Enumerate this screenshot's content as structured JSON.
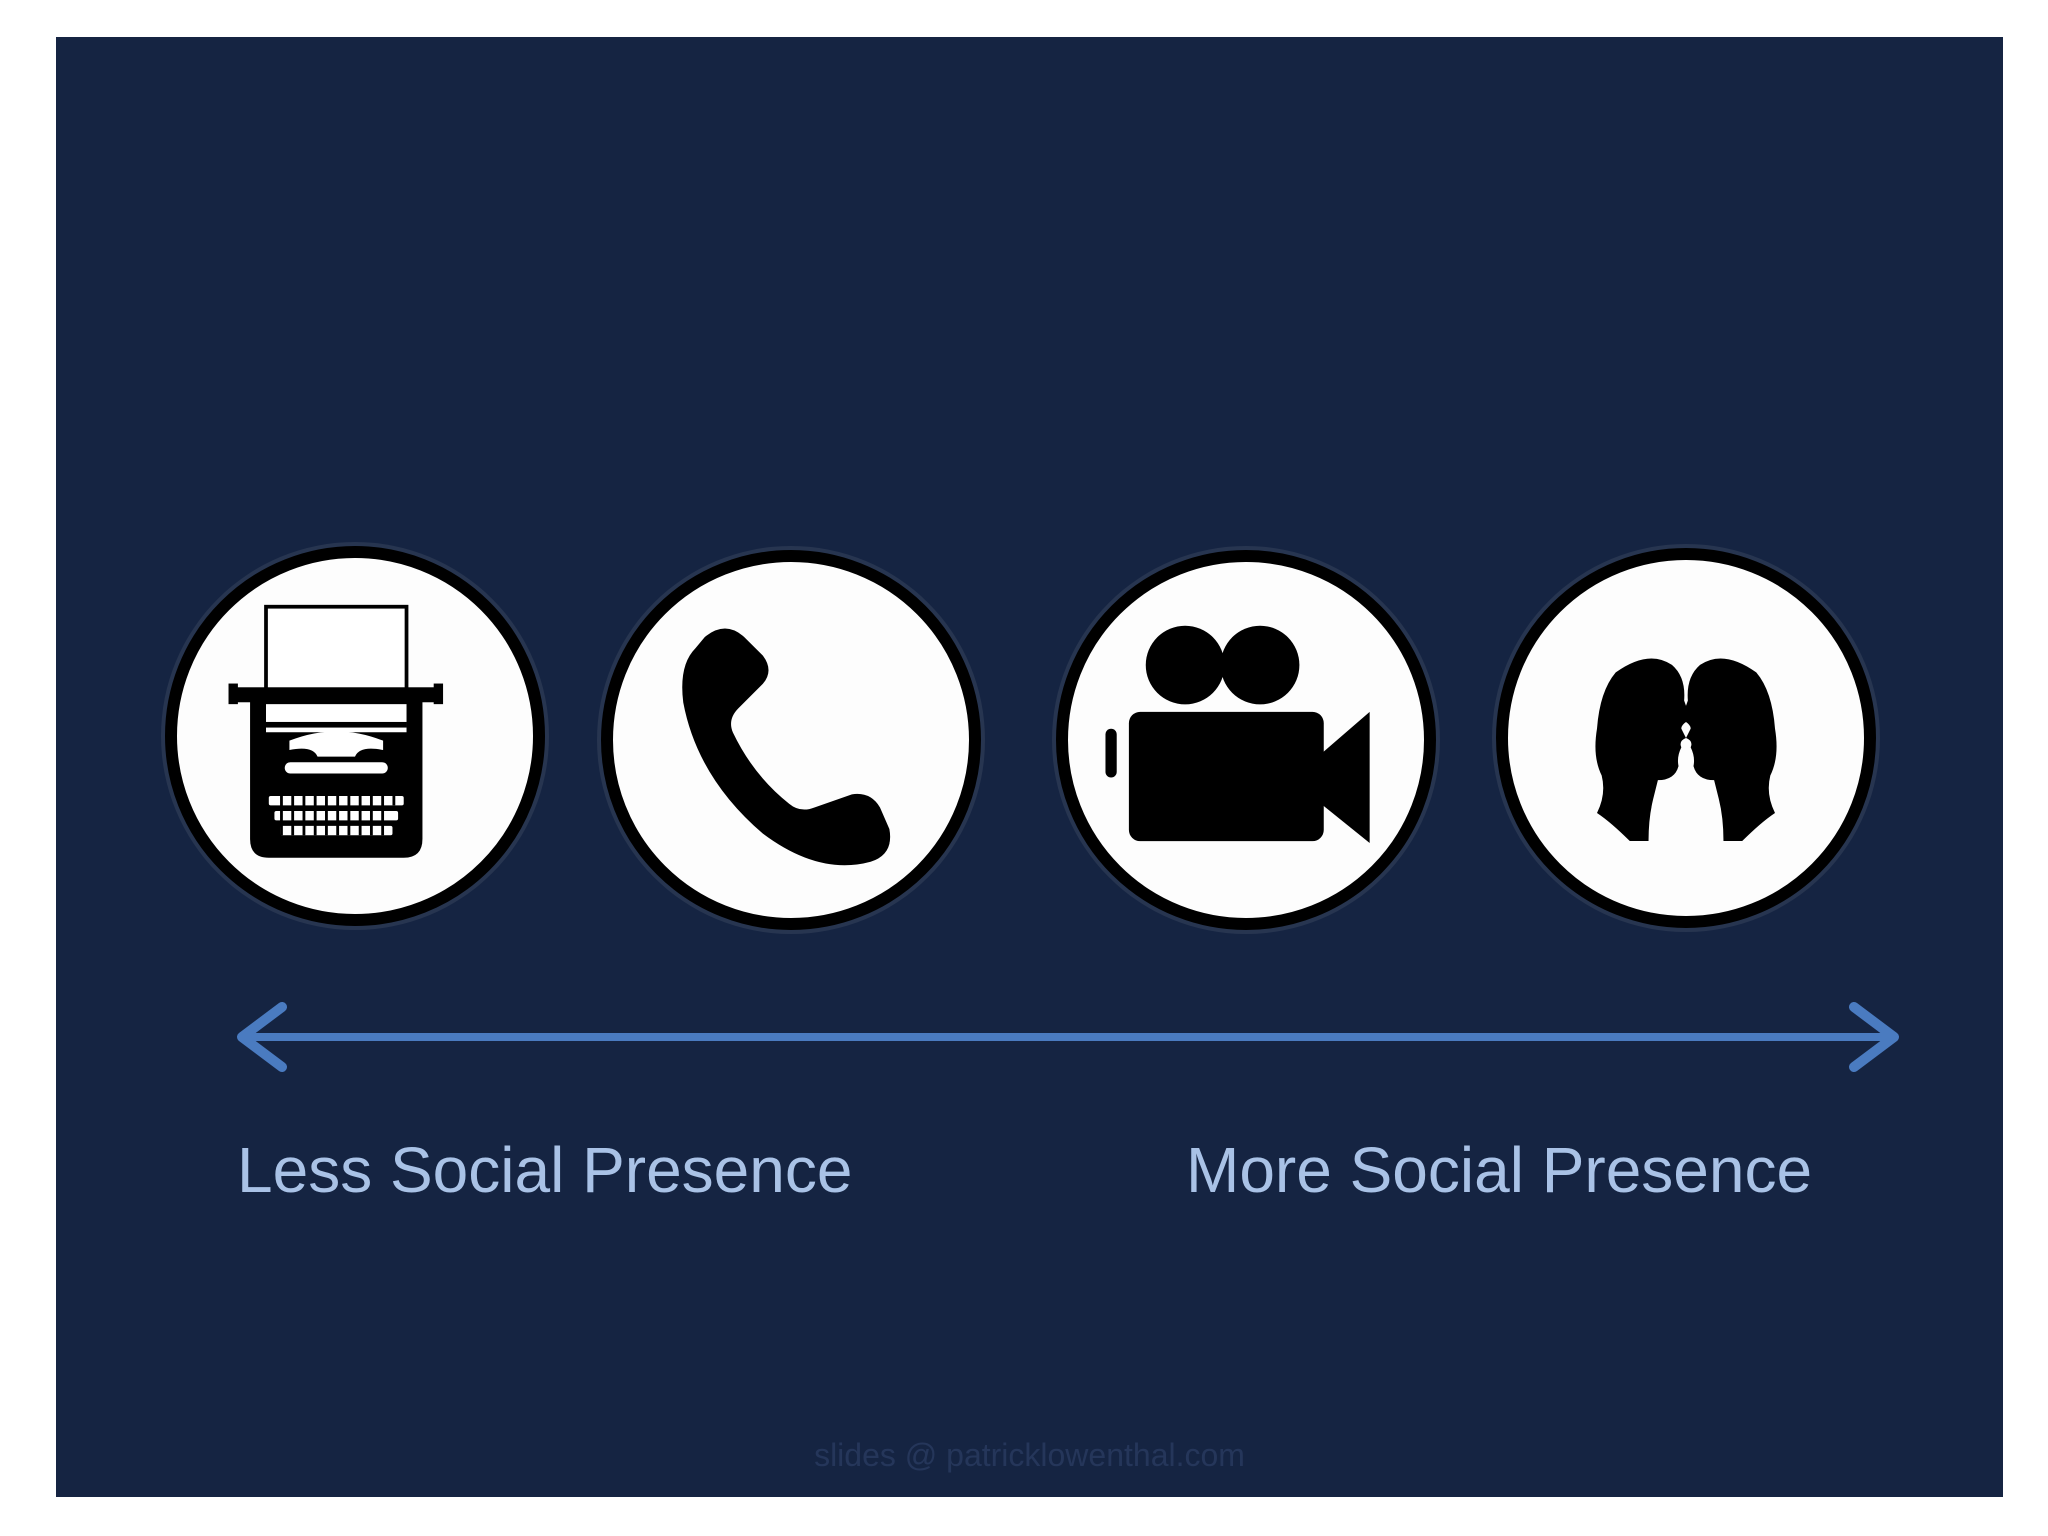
{
  "scale": {
    "left_label": "Less Social Presence",
    "right_label": "More Social Presence",
    "arrow_color": "#4a7bc0"
  },
  "icons": [
    {
      "name": "typewriter-icon"
    },
    {
      "name": "telephone-icon"
    },
    {
      "name": "video-camera-icon"
    },
    {
      "name": "face-to-face-icon"
    }
  ],
  "footer": {
    "credit": "slides @ patricklowenthal.com"
  },
  "colors": {
    "background": "#152442",
    "label_text": "#a9c2e6",
    "circle_fill": "#fdfdfd",
    "icon_fill": "#000000"
  }
}
